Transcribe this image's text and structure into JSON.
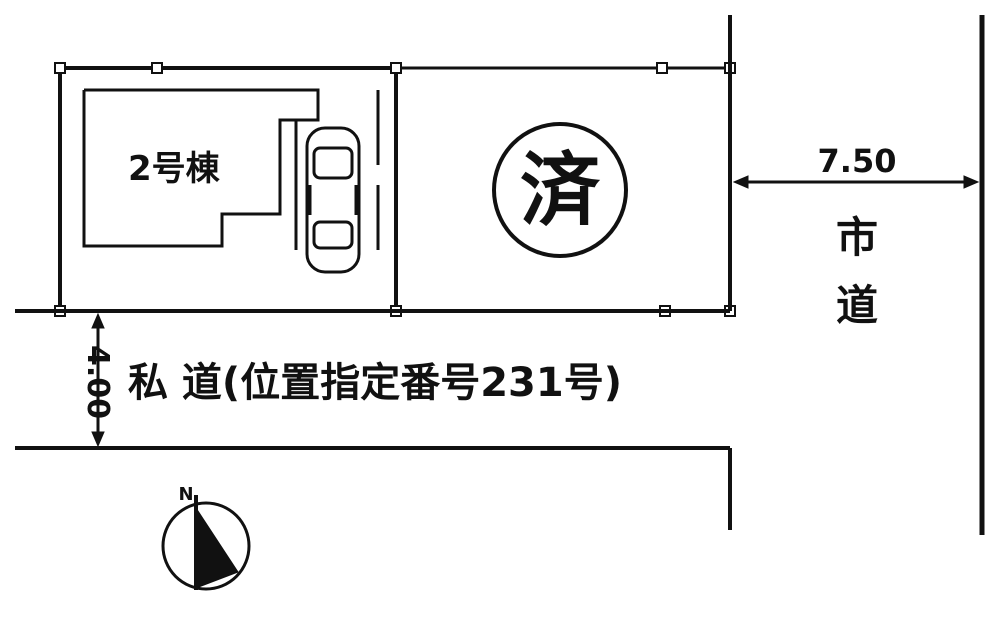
{
  "plan": {
    "lot_label": "2号棟",
    "sold_mark": "済",
    "city_road_width": "7.50",
    "city_road_label_1": "市",
    "city_road_label_2": "道",
    "private_road_width": "4.00",
    "private_road_label": "私 道(位置指定番号231号)",
    "north_label": "N"
  },
  "colors": {
    "line": "#111111",
    "background": "#ffffff"
  }
}
